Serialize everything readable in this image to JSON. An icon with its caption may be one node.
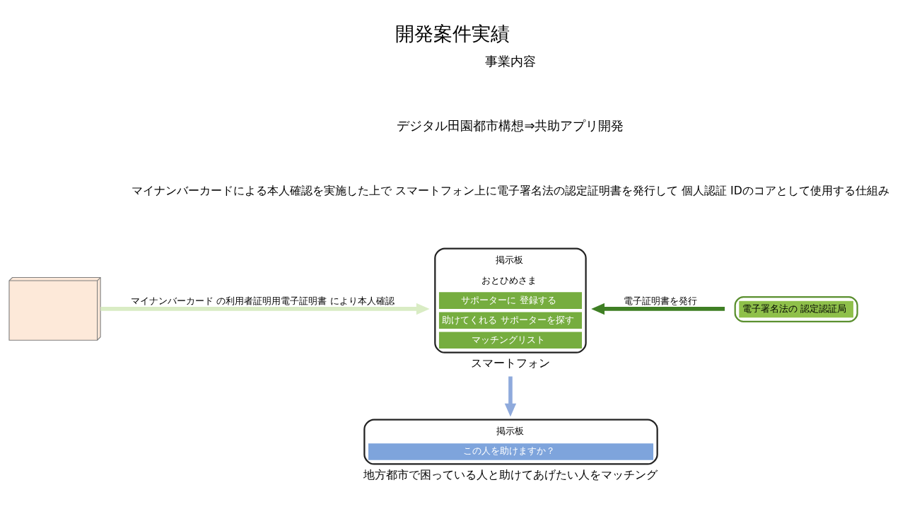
{
  "diagram": {
    "title": "開発案件実績",
    "nodes": [
      {
        "text": [],
        "shape": "picture"
      },
      {
        "text": [
          "掲示板",
          "おとひめさま",
          "サポーターに 登録する",
          "助けてくれる サポーターを探す",
          "マッチングリスト"
        ],
        "beside": [
          "スマートフォン"
        ]
      },
      {
        "text": [
          "電子署名法の 認定認証局"
        ]
      },
      {
        "text": [
          "掲示板",
          "この人を助けますか？"
        ],
        "beside": [
          "地方都市で困っている人と助けてあげたい人をマッチング"
        ]
      }
    ],
    "edges": [
      {
        "from": 0,
        "to": 1,
        "arrow": "to",
        "label": "マイナンバーカード の利用者証明用電子証明書 により本人確認",
        "color": "#d9ecc4"
      },
      {
        "from": 2,
        "to": 1,
        "arrow": "to",
        "label": "電子証明書を発行",
        "color": "#3f7f24"
      },
      {
        "from": 1,
        "to": 3,
        "arrow": "to",
        "color": "#8faadc"
      }
    ],
    "labels": [
      "事業内容",
      "デジタル田園都市構想⇒共助アプリ開発",
      "マイナンバーカードによる本人確認を実施した上で スマートフォン上に電子署名法の認定証明書を発行して 個人認証 IDのコアとして使用する仕組み"
    ]
  }
}
